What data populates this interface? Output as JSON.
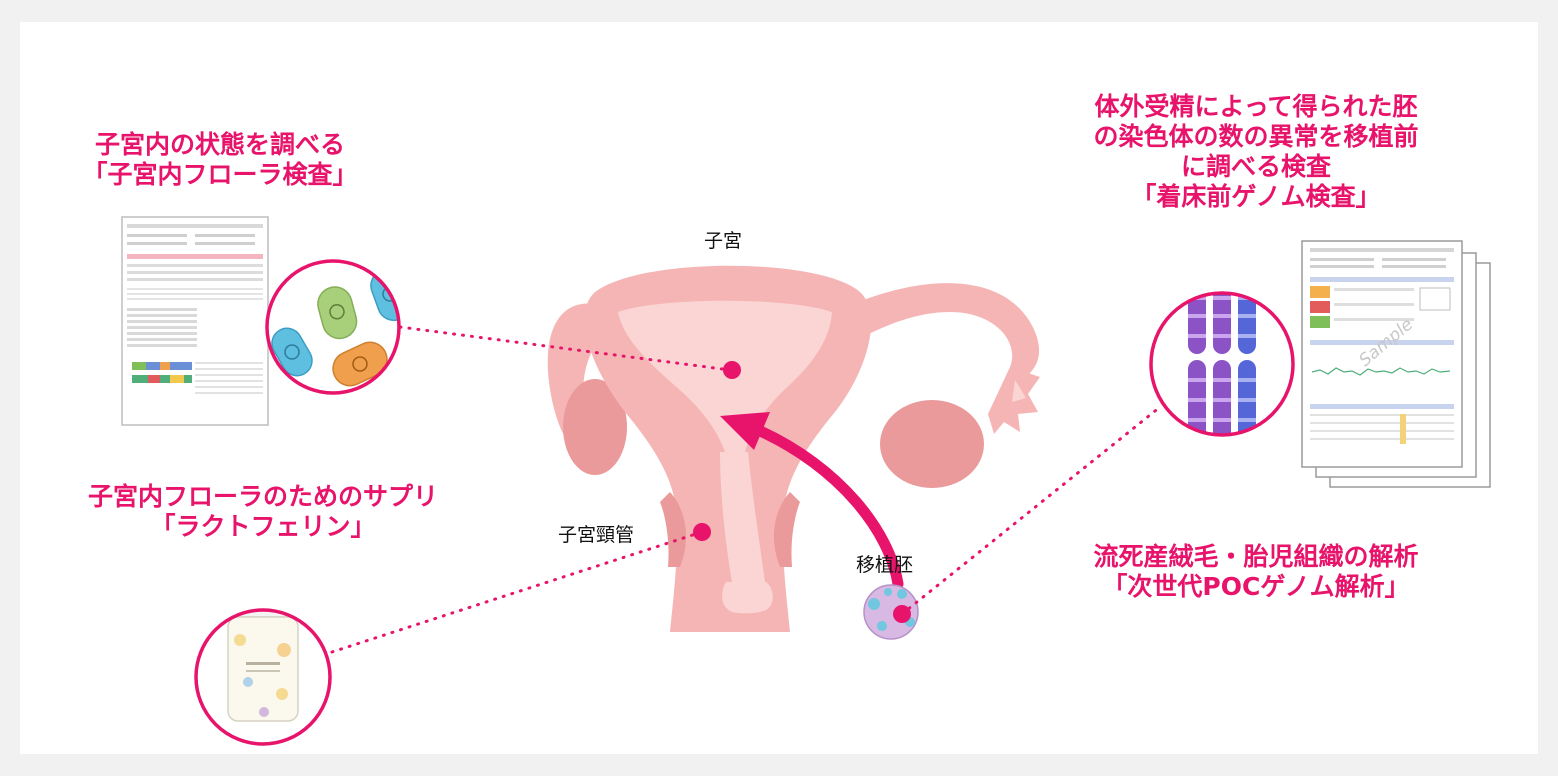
{
  "colors": {
    "accent": "#e8136a",
    "uterus": "#f5b5b5",
    "uterus_inner": "#fbd4d4",
    "uterus_dark": "#ea9a9a",
    "bacteria_blue": "#5fbfe0",
    "bacteria_green": "#a8cf79",
    "bacteria_orange": "#f0a04c",
    "chromosome_purple": "#8b53c6",
    "chromosome_blue": "#5566d8"
  },
  "labels": {
    "uterus": "子宮",
    "cervix": "子宮頸管",
    "embryo": "移植胚"
  },
  "captions": {
    "flora_test": [
      "子宮内の状態を調べる",
      "「子宮内フローラ検査」"
    ],
    "supplement": [
      "子宮内フローラのためのサプリ",
      "「ラクトフェリン」"
    ],
    "genome_test": [
      "体外受精によって得られた胚",
      "の染色体の数の異常を移植前",
      "に調べる検査",
      "「着床前ゲノム検査」"
    ],
    "poc_test": [
      "流死産絨毛・胎児組織の解析",
      "「次世代POCゲノム解析」"
    ]
  },
  "documents": {
    "sample_watermark": "Sample"
  },
  "icons": [
    "bacteria-icon",
    "supplement-bottle-icon",
    "chromosome-icon",
    "embryo-icon",
    "report-document-icon"
  ]
}
